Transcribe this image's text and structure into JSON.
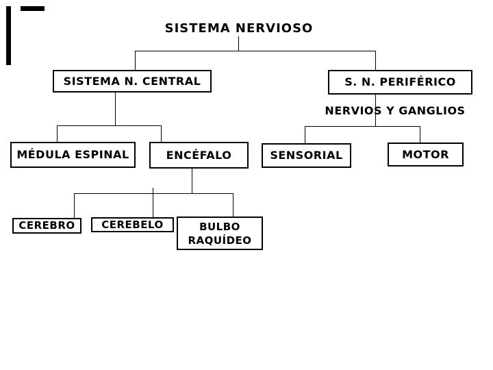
{
  "colors": {
    "ink": "#000000",
    "background": "#ffffff",
    "box_background": "#ffffff"
  },
  "nodes": {
    "root": "SISTEMA NERVIOSO",
    "central": "SISTEMA N. CENTRAL",
    "periferico": "S. N. PERIFÉRICO",
    "nervios": "NERVIOS Y GANGLIOS",
    "medula": "MÉDULA ESPINAL",
    "encefalo": "ENCÉFALO",
    "sensorial": "SENSORIAL",
    "motor": "MOTOR",
    "cerebro": "CEREBRO",
    "cerebelo": "CEREBELO",
    "bulbo": "BULBO RAQUÍDEO"
  },
  "edges": [
    {
      "from": "SISTEMA NERVIOSO",
      "to": "SISTEMA N. CENTRAL"
    },
    {
      "from": "SISTEMA NERVIOSO",
      "to": "S. N. PERIFÉRICO"
    },
    {
      "from": "S. N. PERIFÉRICO",
      "to": "NERVIOS Y GANGLIOS"
    },
    {
      "from": "SISTEMA N. CENTRAL",
      "to": "MÉDULA ESPINAL"
    },
    {
      "from": "SISTEMA N. CENTRAL",
      "to": "ENCÉFALO"
    },
    {
      "from": "NERVIOS Y GANGLIOS",
      "to": "SENSORIAL"
    },
    {
      "from": "NERVIOS Y GANGLIOS",
      "to": "MOTOR"
    },
    {
      "from": "ENCÉFALO",
      "to": "CEREBRO"
    },
    {
      "from": "ENCÉFALO",
      "to": "CEREBELO"
    },
    {
      "from": "ENCÉFALO",
      "to": "BULBO RAQUÍDEO"
    }
  ]
}
